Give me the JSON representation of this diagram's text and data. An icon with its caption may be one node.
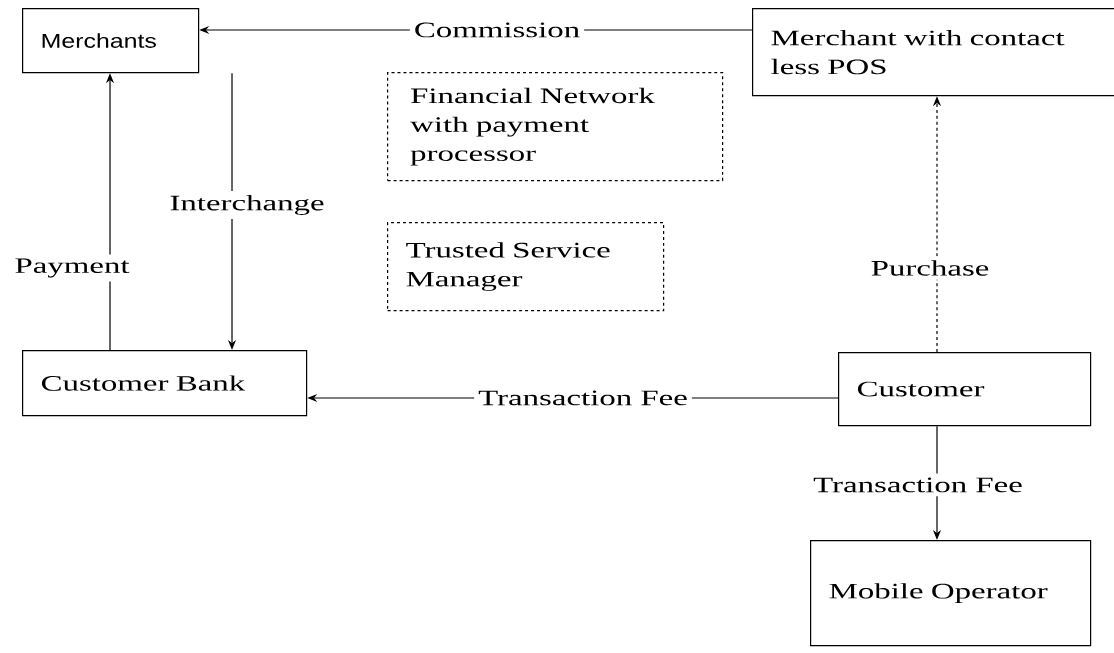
{
  "diagram": {
    "nodes": [
      {
        "text": [
          "Merchants"
        ]
      },
      {
        "text": [
          "Merchant with contact less POS"
        ]
      },
      {
        "text": [
          "Financial Network with payment processor"
        ]
      },
      {
        "text": [
          "Trusted Service Manager"
        ]
      },
      {
        "text": [
          "Customer Bank"
        ]
      },
      {
        "text": [
          "Customer"
        ]
      },
      {
        "text": [
          "Mobile Operator"
        ]
      }
    ],
    "edges": [
      {
        "from": 1,
        "to": 0,
        "arrow": "to",
        "label": "Commission"
      },
      {
        "from": 0,
        "to": 4,
        "arrow": "to",
        "label": "Interchange"
      },
      {
        "from": 4,
        "to": 0,
        "arrow": "to",
        "label": "Payment"
      },
      {
        "from": 5,
        "to": 1,
        "arrow": "to",
        "label": "Purchase",
        "style": "dashed"
      },
      {
        "from": 5,
        "to": 4,
        "arrow": "to",
        "label": "Transaction Fee"
      },
      {
        "from": 5,
        "to": 6,
        "arrow": "to",
        "label": "Transaction Fee"
      }
    ]
  }
}
